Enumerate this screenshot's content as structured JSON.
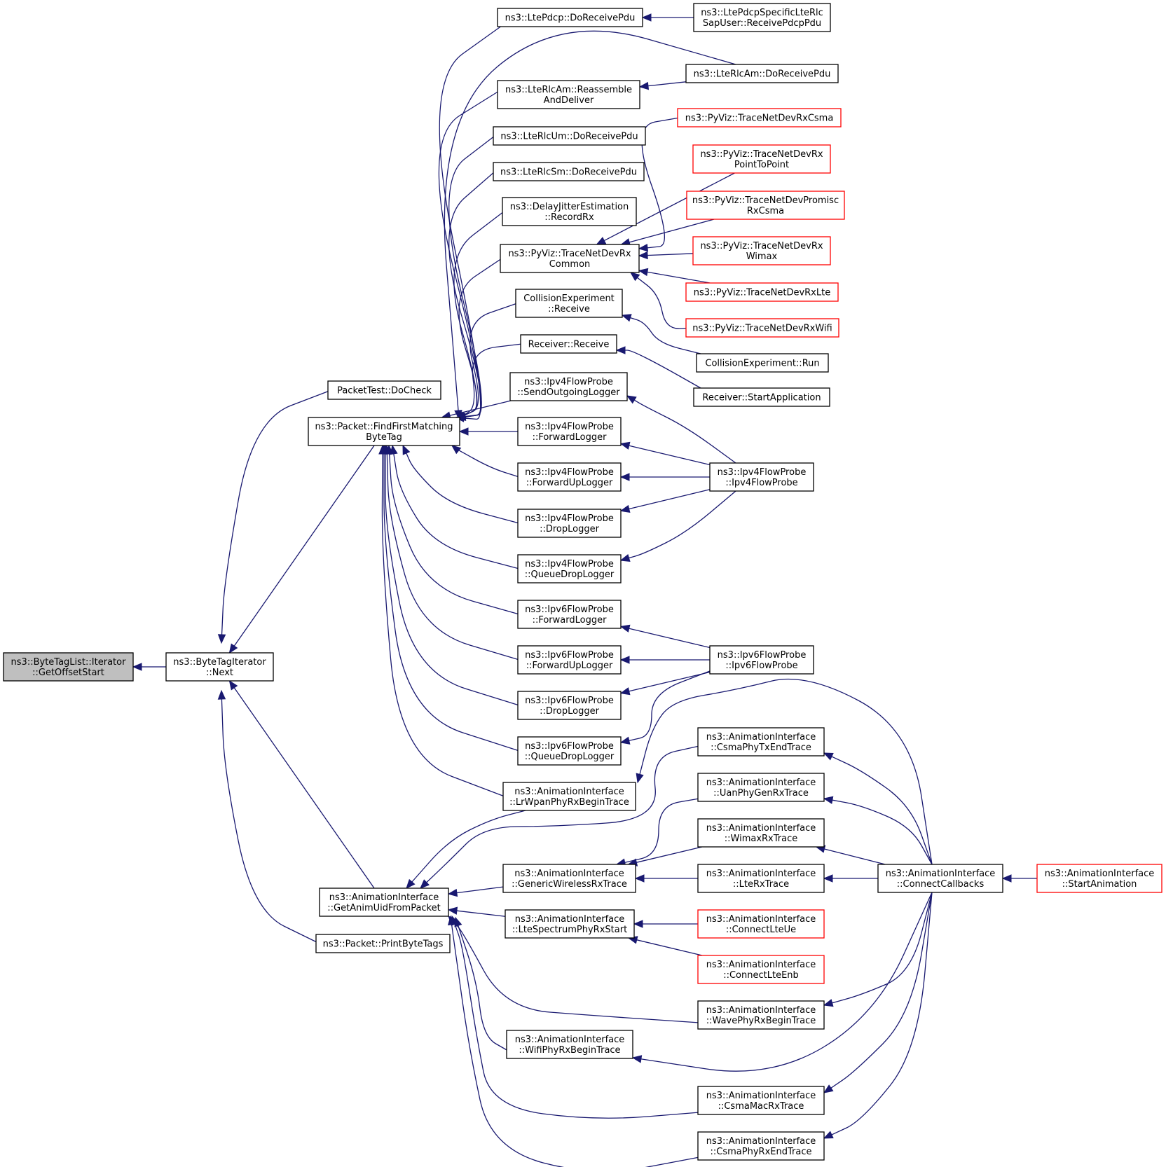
{
  "colors": {
    "edge": "#191970",
    "red_border": "#ff0000",
    "root_fill": "#bfbfbf"
  },
  "nodes": [
    {
      "id": "root",
      "lines": [
        "ns3::ByteTagList::Iterator",
        "::GetOffsetStart"
      ],
      "style": "root"
    },
    {
      "id": "next",
      "lines": [
        "ns3::ByteTagIterator",
        "::Next"
      ]
    },
    {
      "id": "packettest",
      "lines": [
        "PacketTest::DoCheck"
      ]
    },
    {
      "id": "findfirst",
      "lines": [
        "ns3::Packet::FindFirstMatching",
        "ByteTag"
      ]
    },
    {
      "id": "getanimuid",
      "lines": [
        "ns3::AnimationInterface",
        "::GetAnimUidFromPacket"
      ]
    },
    {
      "id": "printbytetags",
      "lines": [
        "ns3::Packet::PrintByteTags"
      ]
    },
    {
      "id": "ltepdcp",
      "lines": [
        "ns3::LtePdcp::DoReceivePdu"
      ]
    },
    {
      "id": "ltepdcpsap",
      "lines": [
        "ns3::LtePdcpSpecificLteRlc",
        "SapUser::ReceivePdcpPdu"
      ]
    },
    {
      "id": "lterlcamdo",
      "lines": [
        "ns3::LteRlcAm::DoReceivePdu"
      ]
    },
    {
      "id": "lterlcamreas",
      "lines": [
        "ns3::LteRlcAm::Reassemble",
        "AndDeliver"
      ]
    },
    {
      "id": "lterlcum",
      "lines": [
        "ns3::LteRlcUm::DoReceivePdu"
      ]
    },
    {
      "id": "lterlcsm",
      "lines": [
        "ns3::LteRlcSm::DoReceivePdu"
      ]
    },
    {
      "id": "delayjitter",
      "lines": [
        "ns3::DelayJitterEstimation",
        "::RecordRx"
      ]
    },
    {
      "id": "pyvizcommon",
      "lines": [
        "ns3::PyViz::TraceNetDevRx",
        "Common"
      ]
    },
    {
      "id": "pyvizcsma",
      "lines": [
        "ns3::PyViz::TraceNetDevRxCsma"
      ],
      "style": "red"
    },
    {
      "id": "pyvizp2p",
      "lines": [
        "ns3::PyViz::TraceNetDevRx",
        "PointToPoint"
      ],
      "style": "red"
    },
    {
      "id": "pyvizpromisc",
      "lines": [
        "ns3::PyViz::TraceNetDevPromisc",
        "RxCsma"
      ],
      "style": "red"
    },
    {
      "id": "pyvizwimax",
      "lines": [
        "ns3::PyViz::TraceNetDevRx",
        "Wimax"
      ],
      "style": "red"
    },
    {
      "id": "pyvizlte",
      "lines": [
        "ns3::PyViz::TraceNetDevRxLte"
      ],
      "style": "red"
    },
    {
      "id": "pyvizwifi",
      "lines": [
        "ns3::PyViz::TraceNetDevRxWifi"
      ],
      "style": "red"
    },
    {
      "id": "collisionrecv",
      "lines": [
        "CollisionExperiment",
        "::Receive"
      ]
    },
    {
      "id": "collisionrun",
      "lines": [
        "CollisionExperiment::Run"
      ]
    },
    {
      "id": "receiverrecv",
      "lines": [
        "Receiver::Receive"
      ]
    },
    {
      "id": "receiverstart",
      "lines": [
        "Receiver::StartApplication"
      ]
    },
    {
      "id": "ipv4sendout",
      "lines": [
        "ns3::Ipv4FlowProbe",
        "::SendOutgoingLogger"
      ]
    },
    {
      "id": "ipv4forward",
      "lines": [
        "ns3::Ipv4FlowProbe",
        "::ForwardLogger"
      ]
    },
    {
      "id": "ipv4forwardup",
      "lines": [
        "ns3::Ipv4FlowProbe",
        "::ForwardUpLogger"
      ]
    },
    {
      "id": "ipv4drop",
      "lines": [
        "ns3::Ipv4FlowProbe",
        "::DropLogger"
      ]
    },
    {
      "id": "ipv4queuedrop",
      "lines": [
        "ns3::Ipv4FlowProbe",
        "::QueueDropLogger"
      ]
    },
    {
      "id": "ipv4probe",
      "lines": [
        "ns3::Ipv4FlowProbe",
        "::Ipv4FlowProbe"
      ]
    },
    {
      "id": "ipv6forward",
      "lines": [
        "ns3::Ipv6FlowProbe",
        "::ForwardLogger"
      ]
    },
    {
      "id": "ipv6forwardup",
      "lines": [
        "ns3::Ipv6FlowProbe",
        "::ForwardUpLogger"
      ]
    },
    {
      "id": "ipv6drop",
      "lines": [
        "ns3::Ipv6FlowProbe",
        "::DropLogger"
      ]
    },
    {
      "id": "ipv6queuedrop",
      "lines": [
        "ns3::Ipv6FlowProbe",
        "::QueueDropLogger"
      ]
    },
    {
      "id": "ipv6probe",
      "lines": [
        "ns3::Ipv6FlowProbe",
        "::Ipv6FlowProbe"
      ]
    },
    {
      "id": "lrwpan",
      "lines": [
        "ns3::AnimationInterface",
        "::LrWpanPhyRxBeginTrace"
      ]
    },
    {
      "id": "csmaphytxend",
      "lines": [
        "ns3::AnimationInterface",
        "::CsmaPhyTxEndTrace"
      ]
    },
    {
      "id": "uanphygenrx",
      "lines": [
        "ns3::AnimationInterface",
        "::UanPhyGenRxTrace"
      ]
    },
    {
      "id": "wimaxrx",
      "lines": [
        "ns3::AnimationInterface",
        "::WimaxRxTrace"
      ]
    },
    {
      "id": "genericwireless",
      "lines": [
        "ns3::AnimationInterface",
        "::GenericWirelessRxTrace"
      ]
    },
    {
      "id": "lterx",
      "lines": [
        "ns3::AnimationInterface",
        "::LteRxTrace"
      ]
    },
    {
      "id": "connectcallbacks",
      "lines": [
        "ns3::AnimationInterface",
        "::ConnectCallbacks"
      ]
    },
    {
      "id": "startanimation",
      "lines": [
        "ns3::AnimationInterface",
        "::StartAnimation"
      ],
      "style": "red"
    },
    {
      "id": "ltespectrum",
      "lines": [
        "ns3::AnimationInterface",
        "::LteSpectrumPhyRxStart"
      ]
    },
    {
      "id": "connectlteue",
      "lines": [
        "ns3::AnimationInterface",
        "::ConnectLteUe"
      ],
      "style": "red"
    },
    {
      "id": "connectlteenb",
      "lines": [
        "ns3::AnimationInterface",
        "::ConnectLteEnb"
      ],
      "style": "red"
    },
    {
      "id": "wavephy",
      "lines": [
        "ns3::AnimationInterface",
        "::WavePhyRxBeginTrace"
      ]
    },
    {
      "id": "wifiphy",
      "lines": [
        "ns3::AnimationInterface",
        "::WifiPhyRxBeginTrace"
      ]
    },
    {
      "id": "csmamacrx",
      "lines": [
        "ns3::AnimationInterface",
        "::CsmaMacRxTrace"
      ]
    },
    {
      "id": "csmaphyrxend",
      "lines": [
        "ns3::AnimationInterface",
        "::CsmaPhyRxEndTrace"
      ]
    }
  ],
  "edges": [
    [
      "next",
      "root"
    ],
    [
      "packettest",
      "next"
    ],
    [
      "findfirst",
      "next"
    ],
    [
      "getanimuid",
      "next"
    ],
    [
      "printbytetags",
      "next"
    ],
    [
      "ltepdcp",
      "findfirst"
    ],
    [
      "lterlcamdo",
      "findfirst"
    ],
    [
      "lterlcamreas",
      "findfirst"
    ],
    [
      "lterlcum",
      "findfirst"
    ],
    [
      "lterlcsm",
      "findfirst"
    ],
    [
      "delayjitter",
      "findfirst"
    ],
    [
      "pyvizcommon",
      "findfirst"
    ],
    [
      "collisionrecv",
      "findfirst"
    ],
    [
      "receiverrecv",
      "findfirst"
    ],
    [
      "ipv4sendout",
      "findfirst"
    ],
    [
      "ipv4forward",
      "findfirst"
    ],
    [
      "ipv4forwardup",
      "findfirst"
    ],
    [
      "ipv4drop",
      "findfirst"
    ],
    [
      "ipv4queuedrop",
      "findfirst"
    ],
    [
      "ipv6forward",
      "findfirst"
    ],
    [
      "ipv6forwardup",
      "findfirst"
    ],
    [
      "ipv6drop",
      "findfirst"
    ],
    [
      "ipv6queuedrop",
      "findfirst"
    ],
    [
      "lrwpan",
      "findfirst"
    ],
    [
      "ltepdcpsap",
      "ltepdcp"
    ],
    [
      "lterlcamdo",
      "lterlcamreas"
    ],
    [
      "pyvizcsma",
      "pyvizcommon"
    ],
    [
      "pyvizp2p",
      "pyvizcommon"
    ],
    [
      "pyvizpromisc",
      "pyvizcommon"
    ],
    [
      "pyvizwimax",
      "pyvizcommon"
    ],
    [
      "pyvizlte",
      "pyvizcommon"
    ],
    [
      "pyvizwifi",
      "pyvizcommon"
    ],
    [
      "collisionrun",
      "collisionrecv"
    ],
    [
      "receiverstart",
      "receiverrecv"
    ],
    [
      "ipv4probe",
      "ipv4sendout"
    ],
    [
      "ipv4probe",
      "ipv4forward"
    ],
    [
      "ipv4probe",
      "ipv4forwardup"
    ],
    [
      "ipv4probe",
      "ipv4drop"
    ],
    [
      "ipv4probe",
      "ipv4queuedrop"
    ],
    [
      "ipv6probe",
      "ipv6forward"
    ],
    [
      "ipv6probe",
      "ipv6forwardup"
    ],
    [
      "ipv6probe",
      "ipv6drop"
    ],
    [
      "ipv6probe",
      "ipv6queuedrop"
    ],
    [
      "connectcallbacks",
      "lrwpan"
    ],
    [
      "lrwpan",
      "getanimuid"
    ],
    [
      "csmaphytxend",
      "getanimuid"
    ],
    [
      "genericwireless",
      "getanimuid"
    ],
    [
      "ltespectrum",
      "getanimuid"
    ],
    [
      "wavephy",
      "getanimuid"
    ],
    [
      "wifiphy",
      "getanimuid"
    ],
    [
      "csmamacrx",
      "getanimuid"
    ],
    [
      "csmaphyrxend",
      "getanimuid"
    ],
    [
      "uanphygenrx",
      "genericwireless"
    ],
    [
      "wimaxrx",
      "genericwireless"
    ],
    [
      "lterx",
      "genericwireless"
    ],
    [
      "connectlteue",
      "ltespectrum"
    ],
    [
      "connectlteenb",
      "ltespectrum"
    ],
    [
      "connectcallbacks",
      "csmaphytxend"
    ],
    [
      "connectcallbacks",
      "uanphygenrx"
    ],
    [
      "connectcallbacks",
      "wimaxrx"
    ],
    [
      "connectcallbacks",
      "lterx"
    ],
    [
      "connectcallbacks",
      "wavephy"
    ],
    [
      "connectcallbacks",
      "wifiphy"
    ],
    [
      "connectcallbacks",
      "csmamacrx"
    ],
    [
      "connectcallbacks",
      "csmaphyrxend"
    ],
    [
      "startanimation",
      "connectcallbacks"
    ]
  ]
}
